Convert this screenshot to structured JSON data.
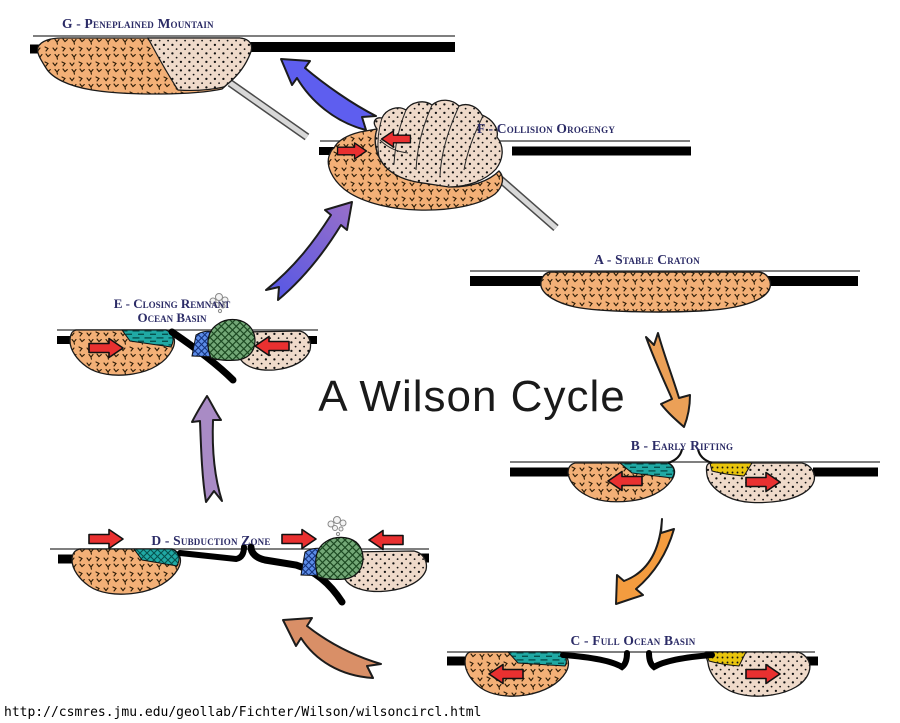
{
  "title": "A Wilson Cycle",
  "source_url": "http://csmres.jmu.edu/geollab/Fichter/Wilson/wilsoncircl.html",
  "stages": {
    "a": {
      "label": "A - Stable Craton"
    },
    "b": {
      "label": "B - Early Rifting"
    },
    "c": {
      "label": "C - Full Ocean Basin"
    },
    "d": {
      "label": "D - Subduction Zone"
    },
    "e": {
      "label_line1": "E - Closing Remnant",
      "label_line2": "Ocean Basin"
    },
    "f": {
      "label": "F - Collision Orogengy"
    },
    "g": {
      "label": "G - Peneplained Mountain"
    }
  },
  "colors": {
    "label_text": "#2b2b66",
    "title_text": "#1a1a1a",
    "url_text": "#000000",
    "continental_crust_orange": "#F3B077",
    "continental_crust_pink": "#EFDACA",
    "sediment_teal": "#20A9A4",
    "sediment_yellow": "#E9C50C",
    "volcanic_arc_green": "#73A877",
    "accretionary_wedge_blue": "#5C8CE8",
    "plate_motion_red": "#E93030",
    "arrow_orange_ab": "#EBA057",
    "arrow_orange_bc": "#F49C3F",
    "arrow_salmon_cd": "#D98F67",
    "arrow_purple_de": "#A98BC5",
    "arrow_blueviolet_ef_start": "#5356E6",
    "arrow_blueviolet_ef_end": "#9A70C8",
    "arrow_blue_fg": "#5E5EEF"
  }
}
